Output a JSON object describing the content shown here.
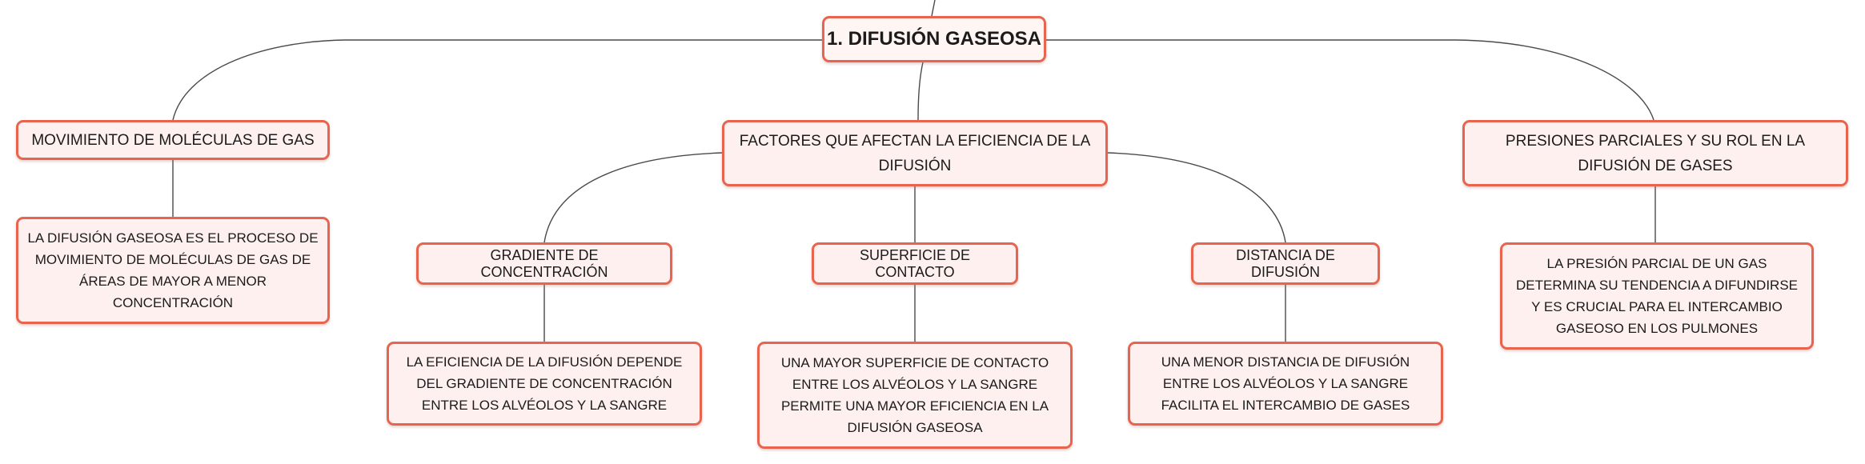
{
  "diagram": {
    "root": "1. DIFUSIÓN GASEOSA",
    "topics": {
      "movimiento": {
        "label": "MOVIMIENTO DE MOLÉCULAS DE GAS",
        "detail": "LA DIFUSIÓN GASEOSA ES EL PROCESO DE MOVIMIENTO DE MOLÉCULAS DE GAS DE ÁREAS DE MAYOR A MENOR CONCENTRACIÓN"
      },
      "factores": {
        "label": "FACTORES QUE AFECTAN LA EFICIENCIA DE LA DIFUSIÓN",
        "gradiente": {
          "label": "GRADIENTE DE CONCENTRACIÓN",
          "detail": "LA EFICIENCIA DE LA DIFUSIÓN DEPENDE DEL GRADIENTE DE CONCENTRACIÓN ENTRE LOS ALVÉOLOS Y LA SANGRE"
        },
        "superficie": {
          "label": "SUPERFICIE DE CONTACTO",
          "detail": "UNA MAYOR SUPERFICIE DE CONTACTO ENTRE LOS ALVÉOLOS Y LA SANGRE PERMITE UNA MAYOR EFICIENCIA EN LA DIFUSIÓN GASEOSA"
        },
        "distancia": {
          "label": "DISTANCIA DE DIFUSIÓN",
          "detail": "UNA MENOR DISTANCIA DE DIFUSIÓN ENTRE LOS ALVÉOLOS Y LA SANGRE FACILITA EL INTERCAMBIO DE GASES"
        }
      },
      "presiones": {
        "label": "PRESIONES PARCIALES Y SU ROL EN LA DIFUSIÓN DE GASES",
        "detail": "LA PRESIÓN PARCIAL DE UN GAS DETERMINA SU TENDENCIA A DIFUNDIRSE Y ES CRUCIAL PARA EL INTERCAMBIO GASEOSO EN LOS PULMONES"
      }
    },
    "colors": {
      "node_border": "#e8644f",
      "node_fill": "#fdf0ee",
      "connector": "#4a4a4a"
    }
  }
}
